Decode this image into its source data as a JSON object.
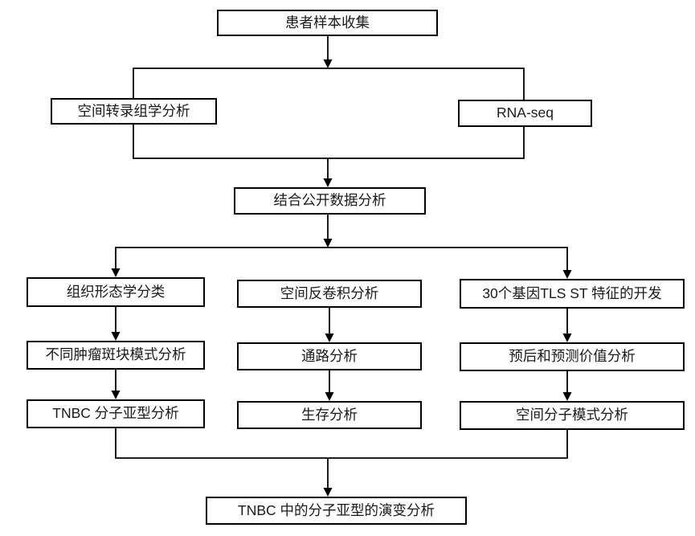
{
  "diagram": {
    "type": "flowchart",
    "background_color": "#ffffff",
    "line_color": "#000000",
    "box_border_color": "#000000",
    "text_color": "#1a1a1a",
    "nodes": {
      "patient_sample_collection": "患者样本收集",
      "spatial_transcriptomics": "空间转录组学分析",
      "rna_seq": "RNA-seq",
      "combined_public_data": "结合公开数据分析",
      "histomorphology_classification": "组织形态学分类",
      "tumor_patch_pattern_analysis": "不同肿瘤斑块模式分析",
      "tnbc_molecular_subtype_analysis": "TNBC 分子亚型分析",
      "spatial_deconvolution": "空间反卷积分析",
      "pathway_analysis": "通路分析",
      "survival_analysis": "生存分析",
      "tls_st_signature_development": "30个基因TLS ST 特征的开发",
      "prognostic_predictive_value": "预后和预测价值分析",
      "spatial_molecular_patterns": "空间分子模式分析",
      "tnbc_subtype_evolution": "TNBC 中的分子亚型的演变分析"
    },
    "edges": [
      {
        "from": "patient_sample_collection",
        "to": "spatial_transcriptomics"
      },
      {
        "from": "patient_sample_collection",
        "to": "rna_seq"
      },
      {
        "from": "spatial_transcriptomics",
        "to": "combined_public_data"
      },
      {
        "from": "rna_seq",
        "to": "combined_public_data"
      },
      {
        "from": "combined_public_data",
        "to": "histomorphology_classification"
      },
      {
        "from": "combined_public_data",
        "to": "tls_st_signature_development"
      },
      {
        "from": "histomorphology_classification",
        "to": "tumor_patch_pattern_analysis"
      },
      {
        "from": "tumor_patch_pattern_analysis",
        "to": "tnbc_molecular_subtype_analysis"
      },
      {
        "from": "spatial_deconvolution",
        "to": "pathway_analysis"
      },
      {
        "from": "pathway_analysis",
        "to": "survival_analysis"
      },
      {
        "from": "tls_st_signature_development",
        "to": "prognostic_predictive_value"
      },
      {
        "from": "prognostic_predictive_value",
        "to": "spatial_molecular_patterns"
      },
      {
        "from": "tnbc_molecular_subtype_analysis",
        "to": "tnbc_subtype_evolution"
      },
      {
        "from": "spatial_molecular_patterns",
        "to": "tnbc_subtype_evolution"
      }
    ]
  }
}
